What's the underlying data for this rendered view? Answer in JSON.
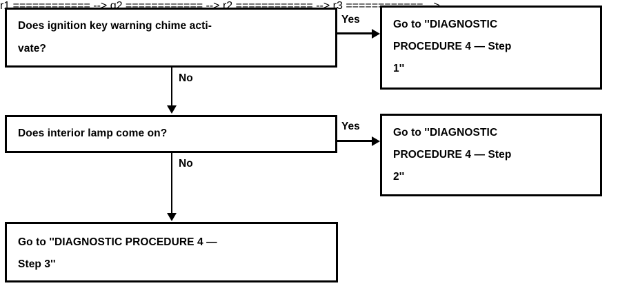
{
  "diagram": {
    "title": "Ignition key warning chime / interior lamp diagnostic flowchart",
    "type": "flowchart",
    "background_color": "#ffffff",
    "line_color": "#000000",
    "text_color": "#000000",
    "nodes": [
      {
        "id": "q1",
        "kind": "decision",
        "text": "Does ignition key warning chime acti-\nvate?"
      },
      {
        "id": "r1",
        "kind": "result",
        "text": "Go to ''DIAGNOSTIC\nPROCEDURE 4 — Step\n1''"
      },
      {
        "id": "q2",
        "kind": "decision",
        "text": "Does interior lamp come on?"
      },
      {
        "id": "r2",
        "kind": "result",
        "text": "Go to ''DIAGNOSTIC\nPROCEDURE 4 — Step\n2''"
      },
      {
        "id": "r3",
        "kind": "result",
        "text": "Go to ''DIAGNOSTIC PROCEDURE 4 —\nStep 3''"
      }
    ],
    "edges": [
      {
        "id": "q1-yes",
        "label": "Yes",
        "from": "q1",
        "to": "r1",
        "direction": "right"
      },
      {
        "id": "q1-no",
        "label": "No",
        "from": "q1",
        "to": "q2",
        "direction": "down"
      },
      {
        "id": "q2-yes",
        "label": "Yes",
        "from": "q2",
        "to": "r2",
        "direction": "right"
      },
      {
        "id": "q2-no",
        "label": "No",
        "from": "q2",
        "to": "r3",
        "direction": "down"
      }
    ]
  }
}
